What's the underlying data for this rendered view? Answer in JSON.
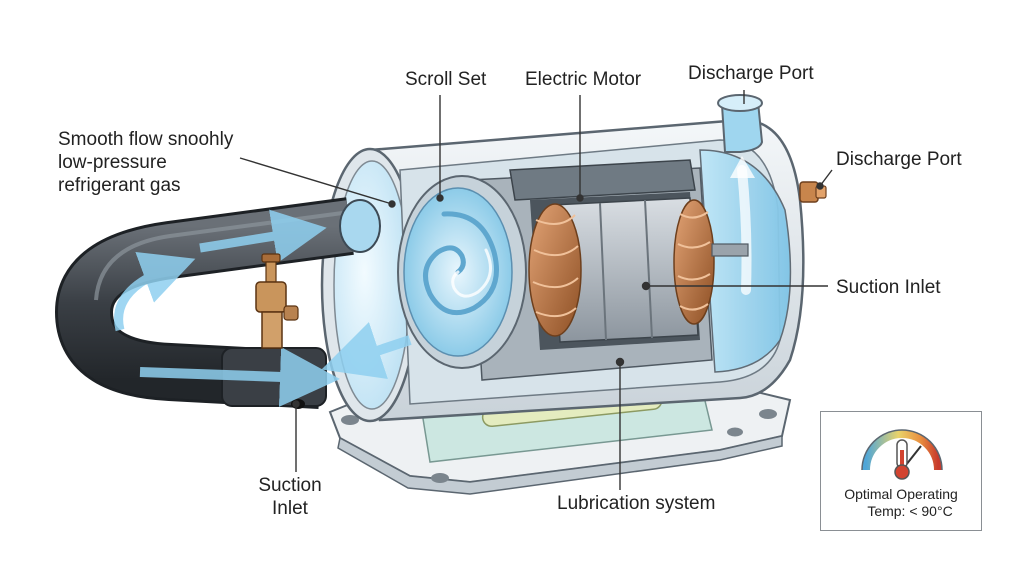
{
  "labels": {
    "smooth_flow": [
      "Smooth flow snoohly",
      "low-pressure",
      "refrigerant gas"
    ],
    "scroll_set": "Scroll Set",
    "electric_motor": "Electric Motor",
    "discharge_port_top": "Discharge Port",
    "discharge_port_right": "Discharge Port",
    "suction_inlet_right": "Suction Inlet",
    "suction_inlet_bottom": [
      "Suction",
      "Inlet"
    ],
    "lubrication": "Lubrication system"
  },
  "gauge": {
    "line1": "Optimal Operating",
    "line2": "Temp: < 90°C"
  },
  "colors": {
    "shell": "#e9eef2",
    "shell_edge": "#5b6670",
    "gas_flow": "#8fd0f0",
    "pipe": "#3d4248",
    "copper": "#b8703e",
    "brass": "#c9955c",
    "oil": "#dfe9b8"
  }
}
